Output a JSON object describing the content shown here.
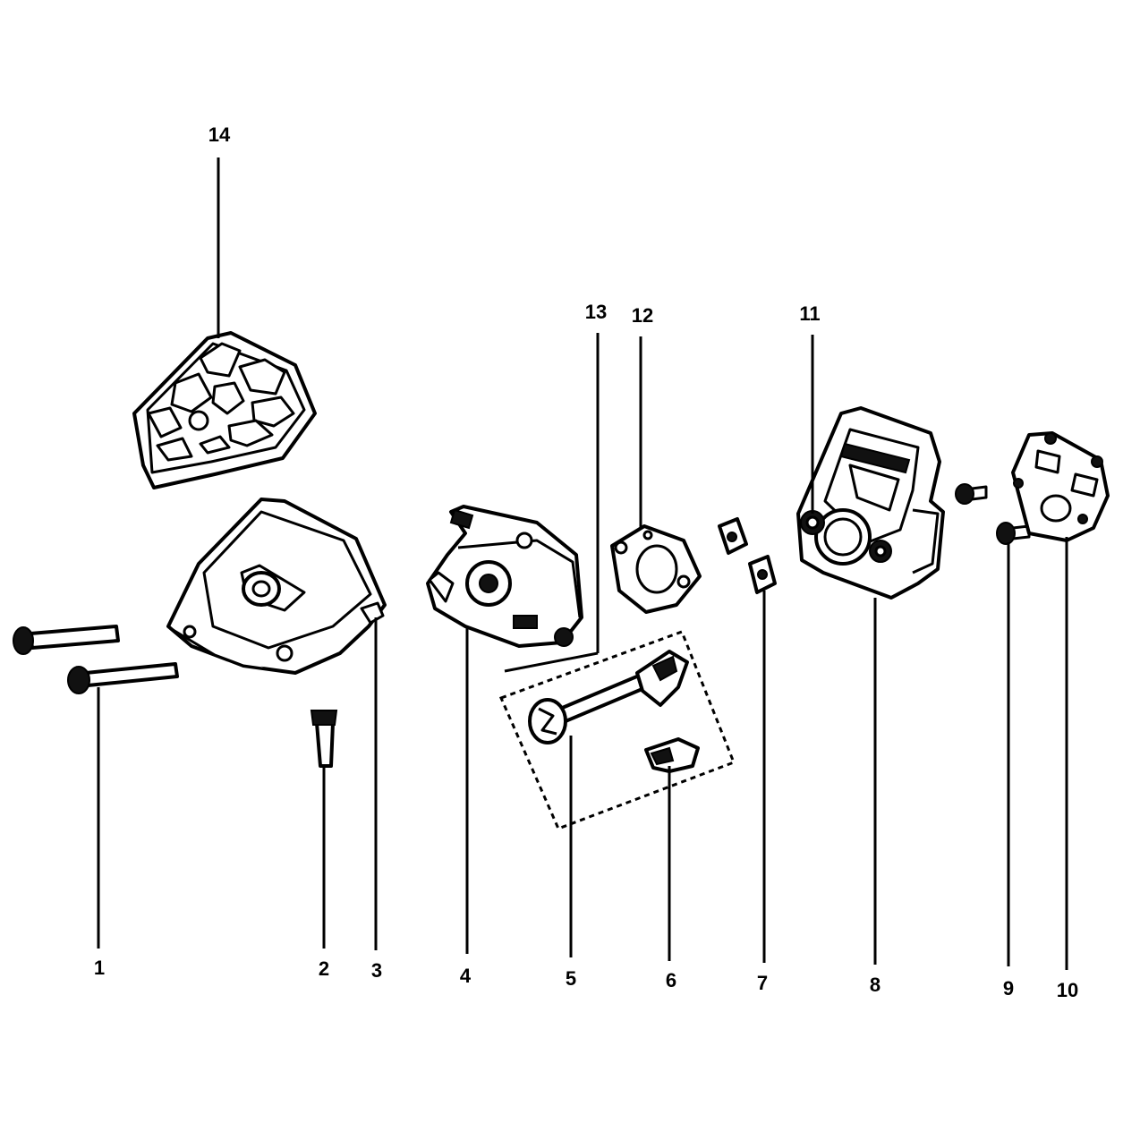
{
  "callouts": {
    "c1": "1",
    "c2": "2",
    "c3": "3",
    "c4": "4",
    "c5": "5",
    "c6": "6",
    "c7": "7",
    "c8": "8",
    "c9": "9",
    "c10": "10",
    "c11": "11",
    "c12": "12",
    "c13": "13",
    "c14": "14"
  },
  "parts": [
    {
      "id": "1",
      "name": "long-bolts"
    },
    {
      "id": "2",
      "name": "short-bolt"
    },
    {
      "id": "3",
      "name": "air-filter-housing"
    },
    {
      "id": "4",
      "name": "carburetor"
    },
    {
      "id": "5",
      "name": "choke-lever"
    },
    {
      "id": "6",
      "name": "choke-clip"
    },
    {
      "id": "7",
      "name": "small-nuts"
    },
    {
      "id": "8",
      "name": "carburetor-mount"
    },
    {
      "id": "9",
      "name": "screw"
    },
    {
      "id": "10",
      "name": "gasket-plate"
    },
    {
      "id": "11",
      "name": "mount-grommet"
    },
    {
      "id": "12",
      "name": "carburetor-gasket"
    },
    {
      "id": "13",
      "name": "choke-kit"
    },
    {
      "id": "14",
      "name": "air-filter"
    }
  ]
}
